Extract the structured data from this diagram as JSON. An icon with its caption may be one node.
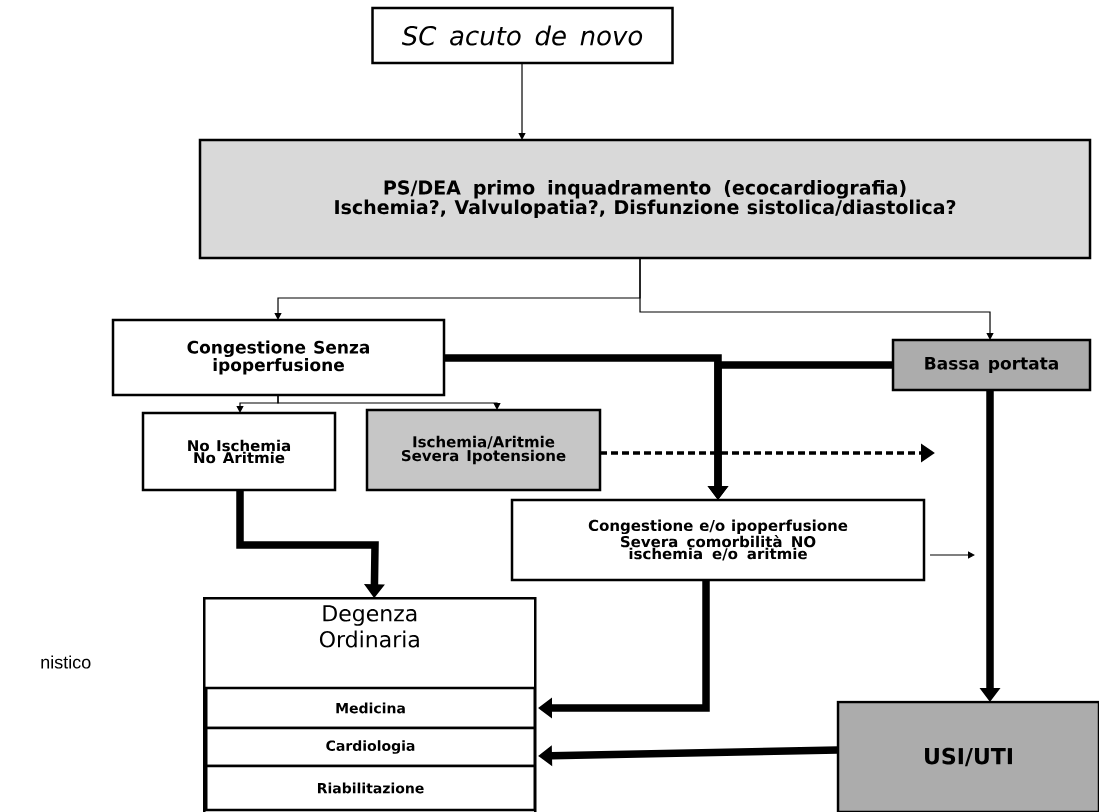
{
  "diagram": {
    "nodes": [
      {
        "text": [
          "SC acuto de novo"
        ]
      },
      {
        "text": [
          "PS/DEA primo inquadramento (ecocardiografia) Ischemia?, Valvulopatia?, Disfunzione sistolica/diastolica?"
        ]
      },
      {
        "text": [
          "Congestione Senza ipoperfusione"
        ]
      },
      {
        "text": [
          "Bassa portata"
        ]
      },
      {
        "text": [
          "No Ischemia No Aritmie"
        ]
      },
      {
        "text": [
          "Ischemia/Aritmie Severa Ipotensione"
        ]
      },
      {
        "text": [
          "Congestione e/o ipoperfusione Severa comorbilità NO ischemia e/o aritmie"
        ]
      },
      {
        "text": [
          "Degenza Ordinaria"
        ]
      },
      {
        "text": [
          "Medicina"
        ],
        "in": 7
      },
      {
        "text": [
          "Cardiologia"
        ],
        "in": 7
      },
      {
        "text": [
          "Riabilitazione"
        ],
        "in": 7
      },
      {
        "text": [
          "USI/UTI"
        ]
      }
    ],
    "edges": [
      {
        "from": 0,
        "to": 1,
        "arrow": "to"
      },
      {
        "from": 1,
        "to": 2,
        "arrow": "to"
      },
      {
        "from": 1,
        "to": 3,
        "arrow": "to"
      },
      {
        "from": 2,
        "to": 4,
        "arrow": "to"
      },
      {
        "from": 2,
        "to": 5,
        "arrow": "to"
      },
      {
        "from": 2,
        "to": 6,
        "arrow": "to",
        "style": "thick"
      },
      {
        "from": 3,
        "to": 6,
        "arrow": "to",
        "style": "thick"
      },
      {
        "from": 5,
        "to": null,
        "arrow": "to",
        "style": "dashed"
      },
      {
        "from": 4,
        "to": 7,
        "arrow": "to",
        "style": "thick"
      },
      {
        "from": 6,
        "to": 8,
        "arrow": "to",
        "style": "thick"
      },
      {
        "from": 3,
        "to": 11,
        "arrow": "to",
        "style": "thick"
      },
      {
        "from": 11,
        "to": 9,
        "arrow": "to",
        "style": "thick"
      },
      {
        "from": 6,
        "to": null,
        "arrow": "to"
      }
    ],
    "labels": [
      "nistico"
    ]
  }
}
